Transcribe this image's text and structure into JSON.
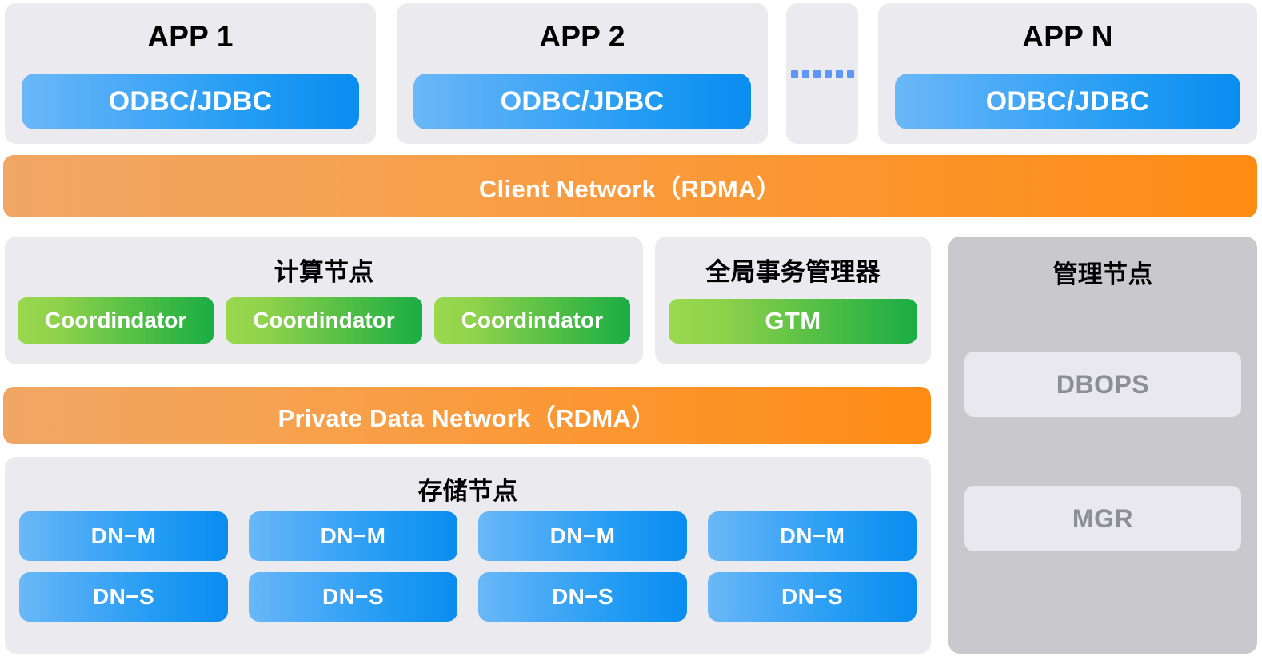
{
  "colors": {
    "panel_bg": "#ebeaef",
    "mgmt_panel_bg": "#c9c8cd",
    "mgmt_chip_bg": "#e9e8ee",
    "mgmt_chip_text": "#8e8e95",
    "blue_gradient_start": "#6ab8f7",
    "blue_gradient_end": "#0a8cf0",
    "green_gradient_start": "#9ad94f",
    "green_gradient_end": "#1aad44",
    "orange_gradient_start": "#f0a664",
    "orange_gradient_end": "#fe8c14",
    "dot_color": "#5e96f5",
    "title_text": "#000000",
    "chip_text": "#ffffff"
  },
  "app_row": {
    "apps": [
      {
        "title": "APP 1",
        "driver": "ODBC/JDBC"
      },
      {
        "title": "APP 2",
        "driver": "ODBC/JDBC"
      },
      {
        "title": "APP N",
        "driver": "ODBC/JDBC"
      }
    ],
    "ellipsis_icon": "horizontal-dots-icon",
    "ellipsis_dot_count": 6
  },
  "client_network": {
    "label": "Client Network（RDMA）"
  },
  "compute": {
    "title": "计算节点",
    "nodes": [
      "Coordindator",
      "Coordindator",
      "Coordindator"
    ]
  },
  "gtm": {
    "title": "全局事务管理器",
    "node": "GTM"
  },
  "private_network": {
    "label": "Private Data Network（RDMA）"
  },
  "storage": {
    "title": "存储节点",
    "columns": [
      {
        "master": "DN−M",
        "slave": "DN−S"
      },
      {
        "master": "DN−M",
        "slave": "DN−S"
      },
      {
        "master": "DN−M",
        "slave": "DN−S"
      },
      {
        "master": "DN−M",
        "slave": "DN−S"
      }
    ]
  },
  "management": {
    "title": "管理节点",
    "components": [
      "DBOPS",
      "MGR"
    ]
  }
}
